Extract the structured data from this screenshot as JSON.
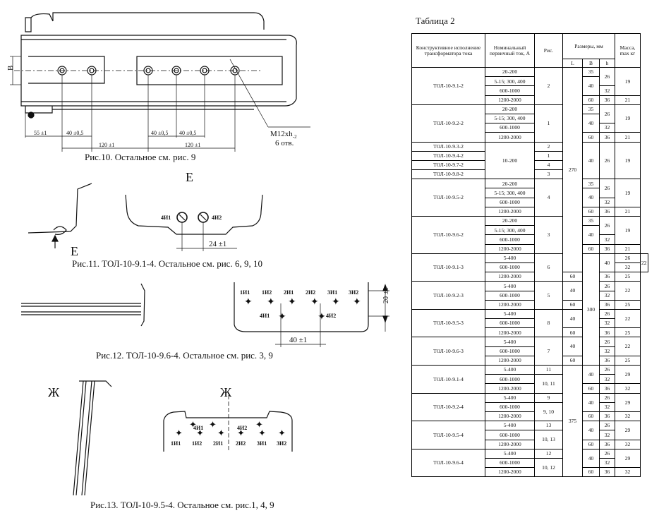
{
  "figures": {
    "fig10": {
      "caption": "Рис.10. Остальное см. рис. 9",
      "dim_b": "В",
      "dim_55": "55 ±1",
      "dim_40a": "40 ±0,5",
      "dim_40b": "40 ±0,5",
      "dim_40c": "40 ±0,5",
      "dim_120a": "120 ±1",
      "dim_120b": "120 ±1",
      "thread": "М12xh",
      "thread_tol": "-2",
      "holes": "6 отв."
    },
    "fig11": {
      "caption": "Рис.11. ТОЛ-10-9.1-4. Остальное см. рис. 6, 9, 10",
      "view_top": "Е",
      "view_bottom": "Е",
      "term1": "4И1",
      "term2": "4И2",
      "dim": "24 ±1"
    },
    "fig12": {
      "caption": "Рис.12. ТОЛ-10-9.6-4. Остальное см. рис. 3, 9",
      "terms": [
        "1И1",
        "1И2",
        "2И1",
        "2И2",
        "3И1",
        "3И2"
      ],
      "term_a": "4И1",
      "term_b": "4И2",
      "dim_v": "20 ±1",
      "dim_h": "40 ±1"
    },
    "fig13": {
      "caption": "Рис.13. ТОЛ-10-9.5-4. Остальное см. рис.1, 4, 9",
      "view_left": "Ж",
      "view_mid": "Ж",
      "term_a": "4И1",
      "term_b": "4И2",
      "terms": [
        "1И1",
        "1И2",
        "2И1",
        "2И2",
        "3И1",
        "3И2"
      ]
    }
  },
  "table": {
    "caption": "Таблица 2",
    "headers": {
      "design": "Конструктивное исполнение трансформатора тока",
      "current": "Номинальный первичный ток, А",
      "fig": "Рис.",
      "dims": "Размеры, мм",
      "mass": "Масса, max кг",
      "L": "L",
      "B": "В",
      "h": "h"
    },
    "L_values": [
      "270",
      "300",
      "375"
    ],
    "groups": [
      {
        "name": "ТОЛ-10-9.1-2",
        "fig": "2",
        "currents": [
          "20-200",
          "5-15; 300, 400",
          "600-1000",
          "1200-2000"
        ],
        "B": [
          "35",
          "40",
          "60"
        ],
        "h": [
          "26",
          "32",
          "36"
        ],
        "mass": [
          "19",
          "21"
        ]
      },
      {
        "name": "ТОЛ-10-9.2-2",
        "fig": "1",
        "currents": [
          "20-200",
          "5-15; 300, 400",
          "600-1000",
          "1200-2000"
        ],
        "B": [
          "35",
          "40",
          "60"
        ],
        "h": [
          "26",
          "32",
          "36"
        ],
        "mass": [
          "19",
          "21"
        ]
      },
      {
        "names": [
          "ТОЛ-10-9.3-2",
          "ТОЛ-10-9.4-2",
          "ТОЛ-10-9.7-2",
          "ТОЛ-10-9.8-2"
        ],
        "figs": [
          "2",
          "1",
          "4",
          "3"
        ],
        "current": "10-200",
        "B": "40",
        "h": "26",
        "mass": "19"
      },
      {
        "name": "ТОЛ-10-9.5-2",
        "fig": "4",
        "currents": [
          "20-200",
          "5-15; 300, 400",
          "600-1000",
          "1200-2000"
        ],
        "B": [
          "35",
          "40",
          "60"
        ],
        "h": [
          "26",
          "32",
          "36"
        ],
        "mass": [
          "19",
          "21"
        ]
      },
      {
        "name": "ТОЛ-10-9.6-2",
        "fig": "3",
        "currents": [
          "20-200",
          "5-15; 300, 400",
          "600-1000",
          "1200-2000"
        ],
        "B": [
          "35",
          "40",
          "60"
        ],
        "h": [
          "26",
          "32",
          "36"
        ],
        "mass": [
          "19",
          "21"
        ]
      },
      {
        "name": "ТОЛ-10-9.1-3",
        "fig": "6",
        "currents": [
          "5-400",
          "600-1000",
          "1200-2000"
        ],
        "B": [
          "40",
          "60"
        ],
        "h": [
          "26",
          "32",
          "36"
        ],
        "mass": [
          "22",
          "25"
        ]
      },
      {
        "name": "ТОЛ-10-9.2-3",
        "fig": "5",
        "currents": [
          "5-400",
          "600-1000",
          "1200-2000"
        ],
        "B": [
          "40",
          "60"
        ],
        "h": [
          "26",
          "32",
          "36"
        ],
        "mass": [
          "22",
          "25"
        ]
      },
      {
        "name": "ТОЛ-10-9.5-3",
        "fig": "8",
        "currents": [
          "5-400",
          "600-1000",
          "1200-2000"
        ],
        "B": [
          "40",
          "60"
        ],
        "h": [
          "26",
          "32",
          "36"
        ],
        "mass": [
          "22",
          "25"
        ]
      },
      {
        "name": "ТОЛ-10-9.6-3",
        "fig": "7",
        "currents": [
          "5-400",
          "600-1000",
          "1200-2000"
        ],
        "B": [
          "40",
          "60"
        ],
        "h": [
          "26",
          "32",
          "36"
        ],
        "mass": [
          "22",
          "25"
        ]
      },
      {
        "name": "ТОЛ-10-9.1-4",
        "figs": [
          "11",
          "10, 11"
        ],
        "currents": [
          "5-400",
          "600-1000",
          "1200-2000"
        ],
        "B": [
          "40",
          "60"
        ],
        "h": [
          "26",
          "32",
          "36"
        ],
        "mass": [
          "29",
          "32"
        ]
      },
      {
        "name": "ТОЛ-10-9.2-4",
        "figs": [
          "9",
          "9, 10"
        ],
        "currents": [
          "5-400",
          "600-1000",
          "1200-2000"
        ],
        "B": [
          "40",
          "60"
        ],
        "h": [
          "26",
          "32",
          "36"
        ],
        "mass": [
          "29",
          "32"
        ]
      },
      {
        "name": "ТОЛ-10-9.5-4",
        "figs": [
          "13",
          "10, 13"
        ],
        "currents": [
          "5-400",
          "600-1000",
          "1200-2000"
        ],
        "B": [
          "40",
          "60"
        ],
        "h": [
          "26",
          "32",
          "36"
        ],
        "mass": [
          "29",
          "32"
        ]
      },
      {
        "name": "ТОЛ-10-9.6-4",
        "figs": [
          "12",
          "10, 12"
        ],
        "currents": [
          "5-400",
          "600-1000",
          "1200-2000"
        ],
        "B": [
          "40",
          "60"
        ],
        "h": [
          "26",
          "32",
          "36"
        ],
        "mass": [
          "29",
          "32"
        ]
      }
    ]
  }
}
